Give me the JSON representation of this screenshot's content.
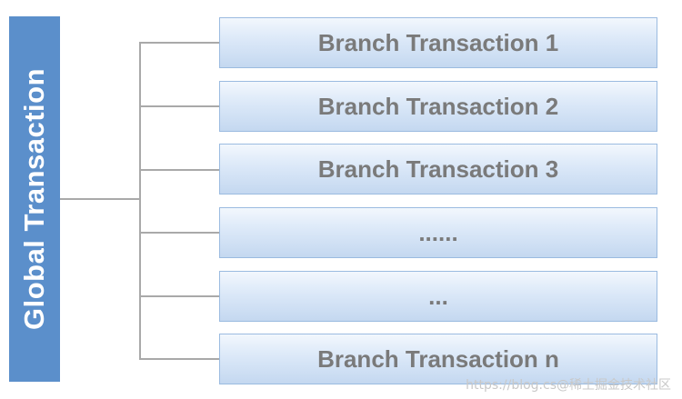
{
  "global": {
    "label": "Global Transaction",
    "color": "#5b8fcb"
  },
  "branches": [
    {
      "label": "Branch Transaction 1"
    },
    {
      "label": "Branch Transaction 2"
    },
    {
      "label": "Branch Transaction 3"
    },
    {
      "label": "......"
    },
    {
      "label": "..."
    },
    {
      "label": "Branch Transaction n"
    }
  ],
  "watermark": "https://blog.cs@稀土掘金技术社区",
  "colors": {
    "connector": "#a9a9a9",
    "branch_border": "#9bbbe0",
    "branch_text": "#7a7a7a"
  }
}
